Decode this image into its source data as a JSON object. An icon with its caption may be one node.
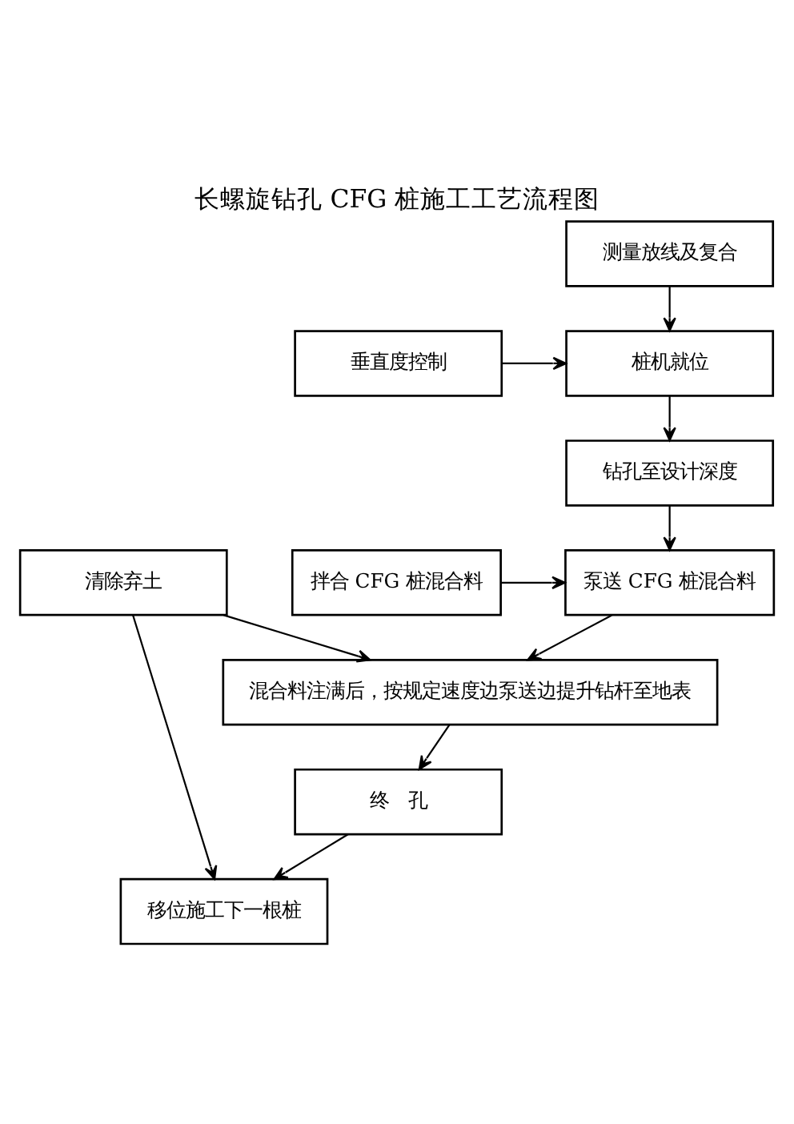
{
  "diagram": {
    "title": "长螺旋钻孔 CFG 桩施工工艺流程图",
    "nodes": [
      {
        "text": [
          "测量放线及复合"
        ]
      },
      {
        "text": [
          "桩机就位"
        ]
      },
      {
        "text": [
          "垂直度控制"
        ]
      },
      {
        "text": [
          "钻孔至设计深度"
        ]
      },
      {
        "text": [
          "泵送 CFG 桩混合料"
        ]
      },
      {
        "text": [
          "拌合 CFG 桩混合料"
        ]
      },
      {
        "text": [
          "混合料注满后，按规定速度边泵送边提升钻杆至地表"
        ]
      },
      {
        "text": [
          "清除弃土"
        ]
      },
      {
        "text": [
          "终　孔"
        ]
      },
      {
        "text": [
          "移位施工下一根桩"
        ]
      }
    ],
    "edges": [
      {
        "from": 0,
        "to": 1,
        "arrow": "to"
      },
      {
        "from": 2,
        "to": 1,
        "arrow": "to"
      },
      {
        "from": 1,
        "to": 3,
        "arrow": "to"
      },
      {
        "from": 3,
        "to": 4,
        "arrow": "to"
      },
      {
        "from": 5,
        "to": 4,
        "arrow": "to"
      },
      {
        "from": 4,
        "to": 6,
        "arrow": "to"
      },
      {
        "from": 7,
        "to": 6,
        "arrow": "to"
      },
      {
        "from": 6,
        "to": 8,
        "arrow": "to"
      },
      {
        "from": 8,
        "to": 9,
        "arrow": "to"
      },
      {
        "from": 7,
        "to": 9,
        "arrow": "to"
      }
    ]
  }
}
